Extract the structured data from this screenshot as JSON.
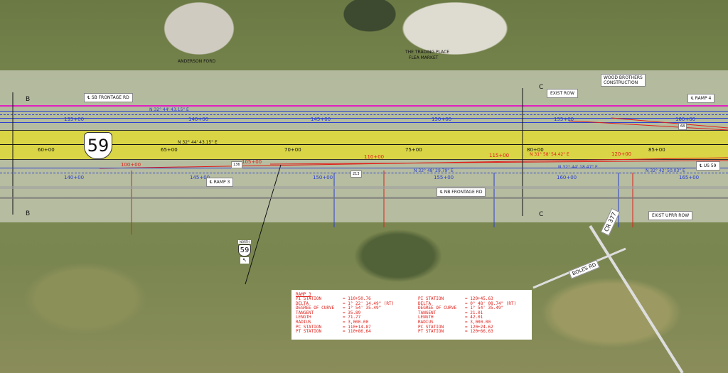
{
  "background_labels": {
    "anderson_ford": "ANDERSON FORD",
    "trading_place": "THE TRADING PLACE",
    "flea_market": "FLEA MARKET"
  },
  "callouts": {
    "sb_frontage": "℄ SB FRONTAGE RD",
    "ramp3": "℄ RAMP 3",
    "nb_frontage": "℄ NB FRONTAGE RD",
    "ramp4": "℄ RAMP 4",
    "us59": "℄ US 59",
    "exist_row": "EXIST ROW",
    "exist_uprr_row": "EXIST UPRR ROW",
    "wood_brothers": "WOOD BROTHERS",
    "construction": "CONSTRUCTION"
  },
  "roads": {
    "cr377": "CR 377",
    "boles_rd": "BOLES RD"
  },
  "shields": {
    "us59": "59",
    "small_us59": "59",
    "small_north": "NORTH"
  },
  "tags": {
    "t136": "136",
    "t213": "213",
    "t68": "68"
  },
  "sections": {
    "b_top": "B",
    "b_bot": "B",
    "c_top": "C",
    "c_bot": "C"
  },
  "stations": {
    "sb": [
      "135+00",
      "140+00",
      "145+00",
      "150+00",
      "155+00",
      "160+00"
    ],
    "us59": [
      "60+00",
      "65+00",
      "70+00",
      "75+00",
      "80+00",
      "85+00"
    ],
    "ramp3": [
      "100+00",
      "105+00",
      "110+00",
      "115+00",
      "120+00"
    ],
    "nb": [
      "140+00",
      "145+00",
      "150+00",
      "155+00",
      "160+00",
      "165+00"
    ]
  },
  "bearings": {
    "sb": "N 32° 44' 43.15\" E",
    "us59": "N 32° 44' 43.15\" E",
    "ramp": "N 31° 58' 54.42\" E",
    "nb1": "N 32° 48' 29.79\" E",
    "nb2": "N 32° 44' 18.47\" E",
    "nb3": "N 32° 42' 50.03\" E"
  },
  "curve_table": {
    "title": "RAMP 3",
    "left": [
      [
        "PI STATION",
        "= 110+50.76"
      ],
      [
        "DELTA",
        "= 1° 22' 14.49\" (RT)"
      ],
      [
        "DEGREE OF CURVE",
        "= 1° 54' 35.49\""
      ],
      [
        "TANGENT",
        "= 35.89"
      ],
      [
        "LENGTH",
        "= 71.77"
      ],
      [
        "RADIUS",
        "= 3,000.00"
      ],
      [
        "PC STATION",
        "= 110+14.87"
      ],
      [
        "PT STATION",
        "= 110+86.64"
      ]
    ],
    "right": [
      [
        "PI STATION",
        "= 120+45.63"
      ],
      [
        "DELTA",
        "= 0° 48' 08.74\" (RT)"
      ],
      [
        "DEGREE OF CURVE",
        "= 1° 54' 35.49\""
      ],
      [
        "TANGENT",
        "= 21.01"
      ],
      [
        "LENGTH",
        "= 42.01"
      ],
      [
        "RADIUS",
        "= 3,000.00"
      ],
      [
        "PC STATION",
        "= 120+24.62"
      ],
      [
        "PT STATION",
        "= 120+66.63"
      ]
    ]
  },
  "colors": {
    "row_line": "#e020c0",
    "frontage": "#2a3fd0",
    "mainlane": "#e8e020",
    "ramp": "#e0201a"
  }
}
